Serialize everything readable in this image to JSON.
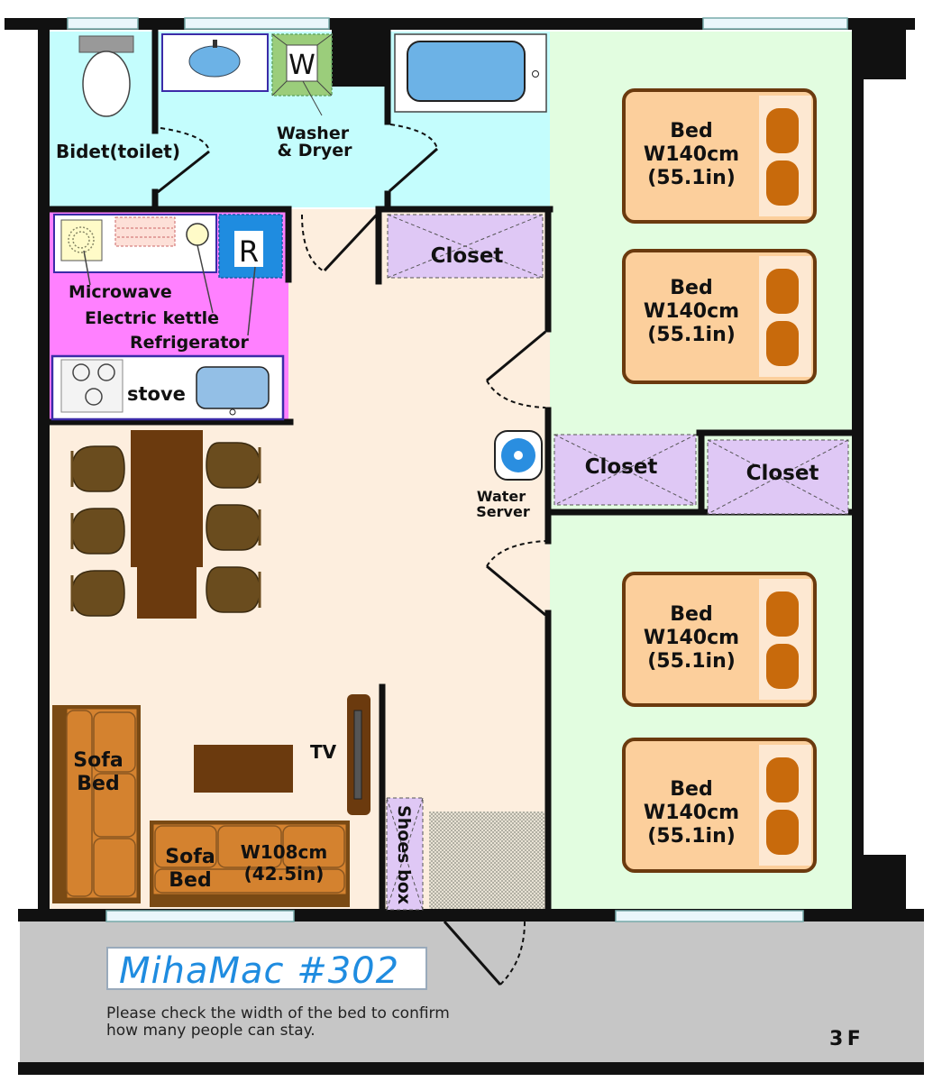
{
  "labels": {
    "toilet": "Bidet(toilet)",
    "washer_mark": "W",
    "washer_line1": "Washer",
    "washer_line2": "& Dryer",
    "refrigerator_mark": "R",
    "microwave": "Microwave",
    "kettle": "Electric kettle",
    "refrigerator": "Refrigerator",
    "stove": "stove",
    "closet": "Closet",
    "water_server_line1": "Water",
    "water_server_line2": "Server",
    "tv": "TV",
    "shoes_box": "Shoes box",
    "sofa_left_line1": "Sofa",
    "sofa_left_line2": "Bed",
    "sofa_bottom_line1": "Sofa",
    "sofa_bottom_line2": "Bed",
    "sofa_width_line1": "W108cm",
    "sofa_width_line2": "(42.5in)",
    "bed_line1": "Bed",
    "bed_line2": "W140cm",
    "bed_line3": "(55.1in)"
  },
  "title": "MihaMac #302",
  "note": "Please check the width of the bed to confirm\nhow many people can stay.",
  "floor": "3 F",
  "colors": {
    "bath_area": "#c4fdfd",
    "kitchen": "#ff80ff",
    "living": "#fdeede",
    "bedroom": "#e2fde0",
    "closet": "#dfc8f5",
    "bed": "#fccf9c",
    "pillow": "#c86a0c",
    "furniture": "#6b3a0e",
    "chair": "#6a4c1e",
    "sofa": "#d4822f",
    "tub": "#6cb2e6",
    "hall": "#c6c6c6",
    "title": "#1f8ce0"
  }
}
